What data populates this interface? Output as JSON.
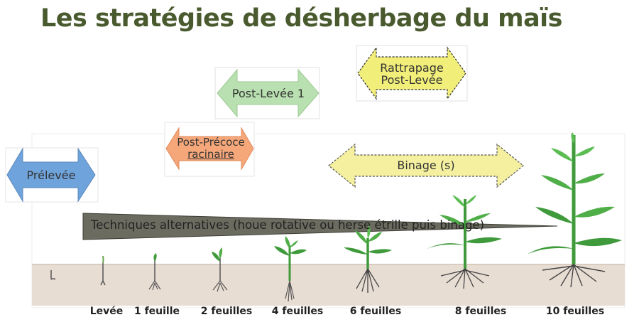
{
  "title": "Les stratégies de désherbage du maïs",
  "arrows": {
    "prelevee": "Prélevée",
    "post_precoce_line1": "Post-Précoce",
    "post_precoce_line2": "racinaire",
    "post_levee": "Post-Levée 1",
    "rattrapage_line1": "Rattrapage",
    "rattrapage_line2": "Post-Levée",
    "binage": "Binage (s)"
  },
  "alternative_label": "Techniques alternatives (houe rotative ou herse étrille puis binage)",
  "stages": [
    "Levée",
    "1 feuille",
    "2 feuilles",
    "4 feuilles",
    "6 feuilles",
    "8 feuilles",
    "10 feuilles"
  ],
  "colors": {
    "title": "#4a5a2f",
    "prelevee": "#6fa3dc",
    "post_precoce": "#f5a77a",
    "post_levee": "#b9e0b0",
    "rattrapage": "#f2ee7a",
    "binage": "#f4f0a0",
    "alternative": "#6b6b60",
    "soil": "#e8ddd3",
    "plant": "#3e9a3a"
  }
}
